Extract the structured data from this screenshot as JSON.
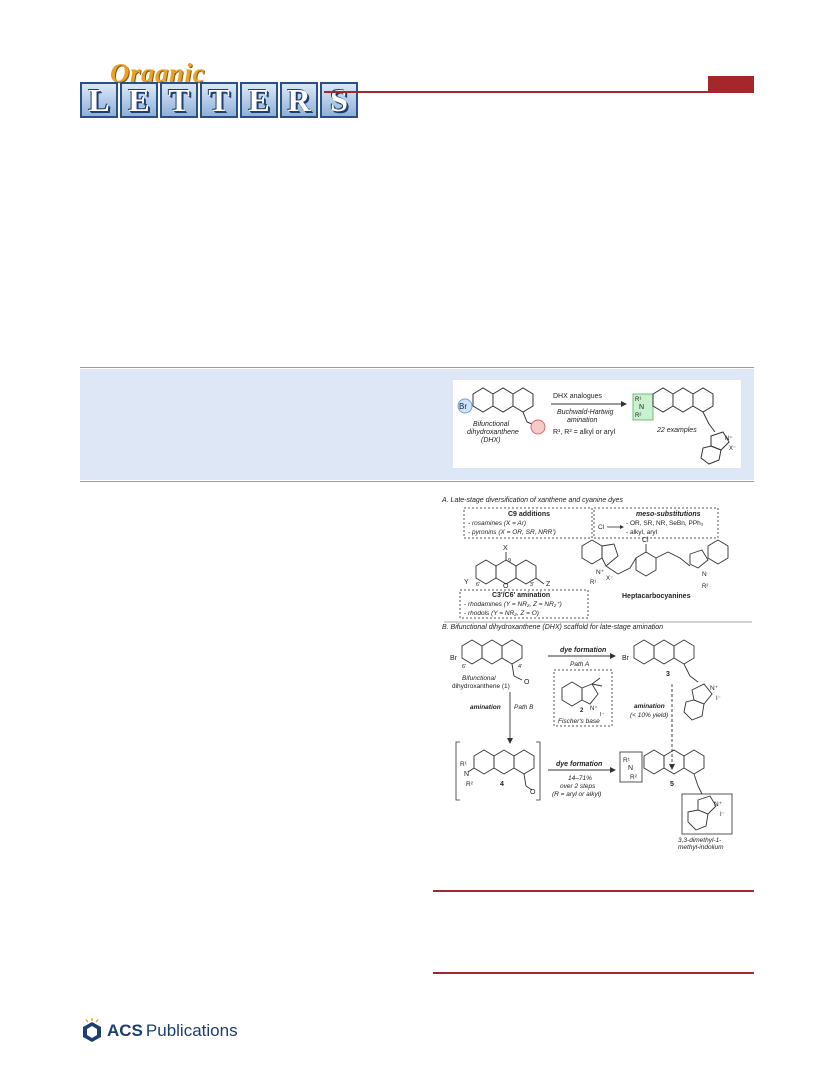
{
  "journal": {
    "script_word": "Organic",
    "tiles": [
      "L",
      "E",
      "T",
      "T",
      "E",
      "R",
      "S"
    ]
  },
  "toc_graphic": {
    "start_label_1": "Bifunctional",
    "start_label_2": "dihydroxanthene",
    "start_label_3": "(DHX)",
    "arrow_top": "DHX analogues",
    "arrow_mid_1": "Buchwald-Hartwig",
    "arrow_mid_2": "amination",
    "arrow_bottom": "R¹, R² = alkyl or aryl",
    "examples": "22 examples",
    "br": "Br",
    "r1": "R¹",
    "n": "N",
    "r2": "R²",
    "nplus": "N⁺",
    "x": "X⁻"
  },
  "figure1": {
    "partA_title": "A. Late-stage diversification of xanthene and cyanine dyes",
    "c9_title": "C9 additions",
    "c9_line1": "- rosamines (X = Ar)",
    "c9_line2": "- pyronins (X = OR, SR, NRR')",
    "meso_title": "meso-substitutions",
    "meso_cl": "Cl",
    "meso_line1": "- OR, SR, NR, SeBn, PPh₃",
    "meso_line2": "- alkyl, aryl",
    "xanthene_x": "X",
    "xanthene_9": "9",
    "xanthene_y": "Y",
    "xanthene_6": "6'",
    "xanthene_3": "3'",
    "xanthene_z": "Z",
    "xanthene_o": "O",
    "cy_cl": "Cl",
    "cy_n1": "N⁺",
    "cy_x": "X⁻",
    "cy_r1": "R¹",
    "cy_n2": "N",
    "cy_r2": "R²",
    "hepta_label": "Heptacarbocyanines",
    "c3_title": "C3'/C6' amination",
    "c3_line1": "- rhodamines (Y = NR₂, Z = NR₂⁺)",
    "c3_line2": "- rhodols (Y = NR₂, Z = O)",
    "partB_title": "B. Bifunctional dihydroxanthene (DHX) scaffold for late-stage amination",
    "c1_br": "Br",
    "c1_6": "6'",
    "c1_4": "4'",
    "c1_o": "O",
    "c1_label1": "Bifunctional",
    "c1_label2": "dihydroxanthene (1)",
    "dye_formation": "dye formation",
    "path_a": "Path A",
    "c3_br": "Br",
    "c3_num": "3",
    "amination_b": "amination",
    "path_b": "Path B",
    "fischer_num": "2",
    "fischer_n": "N⁺",
    "fischer_i": "I⁻",
    "fischer_label": "Fischer's base",
    "amination_right": "amination",
    "amination_yield": "(< 10% yield)",
    "c3_n": "N⁺",
    "c3_i": "I⁻",
    "c4_r1": "R¹",
    "c4_n": "N",
    "c4_r2": "R²",
    "c4_num": "4",
    "c4_o": "O",
    "dye_formation2": "dye formation",
    "yield_1": "14–71%",
    "yield_2": "over 2 steps",
    "yield_3": "(R = aryl or alkyl)",
    "c5_r1": "R¹",
    "c5_n": "N",
    "c5_r2": "R²",
    "c5_num": "5",
    "c5_nplus": "N⁺",
    "c5_i": "I⁻",
    "indolium_1": "3,3-dimethyl-1-",
    "indolium_2": "methyl-indolium"
  },
  "footer": {
    "acs": "ACS",
    "publications": "Publications"
  },
  "colors": {
    "accent_red": "#a5262b",
    "band_blue": "#dde7f5",
    "logo_blue": "#2a4e86",
    "logo_gold": "#e9a126"
  }
}
